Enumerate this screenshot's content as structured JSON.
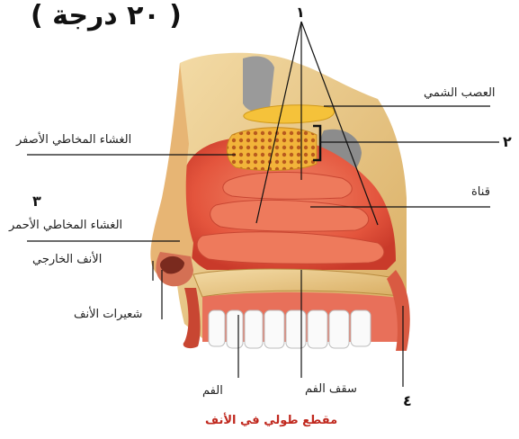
{
  "header": {
    "grade": "( ٢٠ درجة )"
  },
  "diagram": {
    "caption": "مقطع طولي في الأنف",
    "labels": {
      "olfactory_nerve": "العصب الشمي",
      "yellow_mucosa": "الغشاء المخاطي الأصفر",
      "red_mucosa": "الغشاء المخاطي الأحمر",
      "external_nose": "الأنف الخارجي",
      "nose_hairs": "شعيرات الأنف",
      "canal": "قناة",
      "mouth": "الفم",
      "palate": "سقف الفم"
    },
    "numbers": {
      "n1": "١",
      "n2": "٢",
      "n3": "٣",
      "n4": "٤"
    },
    "colors": {
      "bone": "#e9c98a",
      "red_mucosa": "#e8644a",
      "yellow_mucosa": "#f2b43a",
      "nerve": "#f5c23a",
      "caption": "#c0281e"
    }
  }
}
